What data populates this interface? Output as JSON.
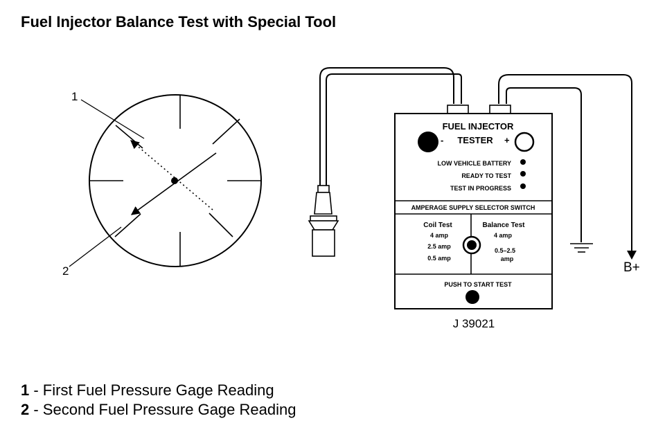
{
  "title": "Fuel Injector Balance Test with Special Tool",
  "gauge": {
    "callout_1": "1",
    "callout_2": "2"
  },
  "tester": {
    "name_line1": "FUEL INJECTOR",
    "name_line2": "TESTER",
    "minus": "-",
    "plus": "+",
    "indicators": [
      "LOW VEHICLE BATTERY",
      "READY TO TEST",
      "TEST IN PROGRESS"
    ],
    "selector_header": "AMPERAGE SUPPLY SELECTOR SWITCH",
    "coil_test": {
      "label": "Coil Test",
      "options": [
        "4 amp",
        "2.5 amp",
        "0.5 amp"
      ]
    },
    "balance_test": {
      "label": "Balance Test",
      "options": [
        "4 amp",
        "0.5–2.5",
        "amp"
      ]
    },
    "push_label": "PUSH TO START TEST",
    "tool_number": "J 39021"
  },
  "battery_label": "B+",
  "legend": [
    {
      "num": "1",
      "text": " - First Fuel Pressure Gage Reading"
    },
    {
      "num": "2",
      "text": " - Second Fuel Pressure Gage Reading"
    }
  ]
}
